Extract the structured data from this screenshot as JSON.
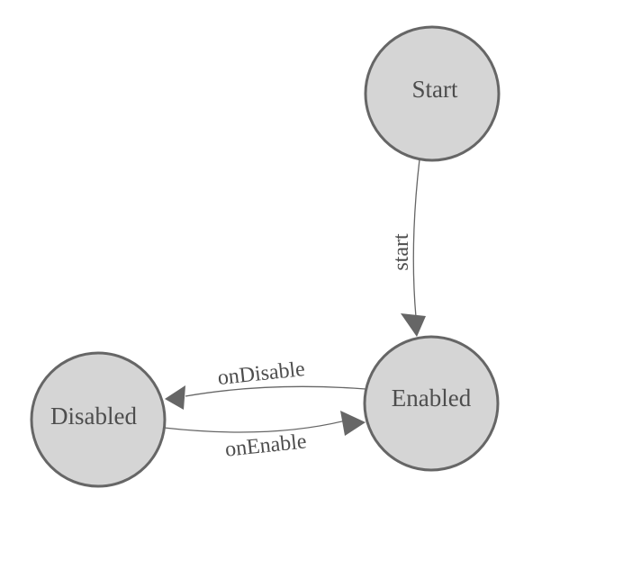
{
  "diagram": {
    "type": "state-machine",
    "colors": {
      "background": "#ffffff",
      "node_fill": "#d5d5d5",
      "node_stroke": "#666666",
      "edge_stroke": "#666666",
      "arrow_fill": "#666666",
      "text": "#4d4d4d"
    },
    "nodes": [
      {
        "id": "start",
        "label": "Start"
      },
      {
        "id": "enabled",
        "label": "Enabled"
      },
      {
        "id": "disabled",
        "label": "Disabled"
      }
    ],
    "edges": [
      {
        "id": "start-to-enabled",
        "from": "Start",
        "to": "Enabled",
        "label": "start"
      },
      {
        "id": "enabled-to-disabled",
        "from": "Enabled",
        "to": "Disabled",
        "label": "onDisable"
      },
      {
        "id": "disabled-to-enabled",
        "from": "Disabled",
        "to": "Enabled",
        "label": "onEnable"
      }
    ]
  }
}
